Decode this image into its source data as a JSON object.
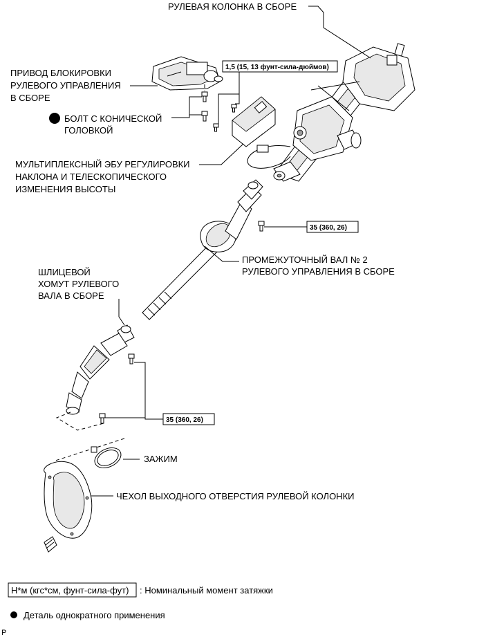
{
  "labels": {
    "steering_column": "РУЛЕВАЯ КОЛОНКА В СБОРЕ",
    "lock_actuator": [
      "ПРИВОД БЛОКИРОВКИ",
      "РУЛЕВОГО УПРАВЛЕНИЯ",
      "В СБОРЕ"
    ],
    "taper_bolt": [
      "БОЛТ С КОНИЧЕСКОЙ",
      "ГОЛОВКОЙ"
    ],
    "ecu": [
      "МУЛЬТИПЛЕКСНЫЙ ЭБУ РЕГУЛИРОВКИ",
      "НАКЛОНА И ТЕЛЕСКОПИЧЕСКОГО",
      "ИЗМЕНЕНИЯ ВЫСОТЫ"
    ],
    "intermediate_shaft": [
      "ПРОМЕЖУТОЧНЫЙ ВАЛ № 2",
      "РУЛЕВОГО УПРАВЛЕНИЯ В СБОРЕ"
    ],
    "spline_yoke": [
      "ШЛИЦЕВОЙ",
      "ХОМУТ РУЛЕВОГО",
      "ВАЛА В СБОРЕ"
    ],
    "clamp": "ЗАЖИМ",
    "hole_cover": "ЧЕХОЛ ВЫХОДНОГО ОТВЕРСТИЯ РУЛЕВОЙ КОЛОНКИ"
  },
  "torques": {
    "ecu_screw": "1,5 (15, 13 фунт-сила-дюймов)",
    "shaft_bolt_upper": "35 (360, 26)",
    "shaft_bolt_lower": "35 (360, 26)"
  },
  "legend": {
    "torque_unit": "Н*м (кгс*см, фунт-сила-фут)",
    "torque_desc": ": Номинальный момент затяжки",
    "non_reusable": "Деталь однократного применения"
  },
  "footer_mark": "P"
}
